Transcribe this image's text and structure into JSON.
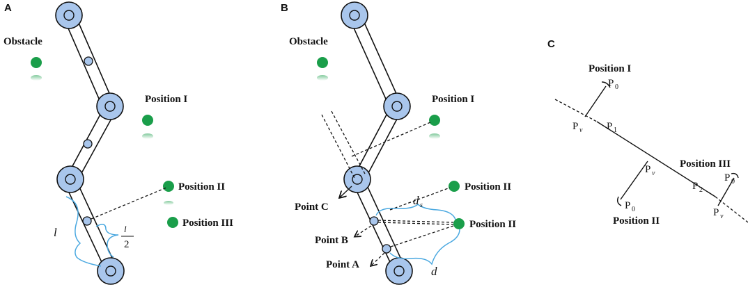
{
  "panels": {
    "a": {
      "letter": "A",
      "obstacle": "Obstacle",
      "position_i": "Position I",
      "position_ii": "Position II",
      "position_iii": "Position III",
      "l_label": "l",
      "half_num": "l",
      "half_den": "2"
    },
    "b": {
      "letter": "B",
      "obstacle": "Obstacle",
      "position_i": "Position I",
      "position_ii_top": "Position II",
      "position_ii_bottom": "Position II",
      "point_a": "Point  A",
      "point_b": "Point  B",
      "point_c": "Point  C",
      "ds_main": "d",
      "ds_sub": "s",
      "d_label": "d"
    },
    "c": {
      "letter": "C",
      "position_i": "Position I",
      "position_ii": "Position II",
      "position_iii": "Position III",
      "p0_i_main": "P",
      "p0_i_sub": "0",
      "pv_1_main": "P",
      "pv_1_sub": "v",
      "p1_main": "P",
      "p1_sub": "1",
      "pv_2_main": "P",
      "pv_2_sub": "v",
      "p0_ii_main": "P",
      "p0_ii_sub": "0",
      "p2_main": "P",
      "p2_sub": "2",
      "p0_iii_main": "P",
      "p0_iii_sub": "0",
      "pv_3_main": "P",
      "pv_3_sub": "v"
    }
  },
  "colors": {
    "joint": "#a9c6ec",
    "obstacle": "#1a9e4a",
    "brace": "#4aa8e0"
  }
}
